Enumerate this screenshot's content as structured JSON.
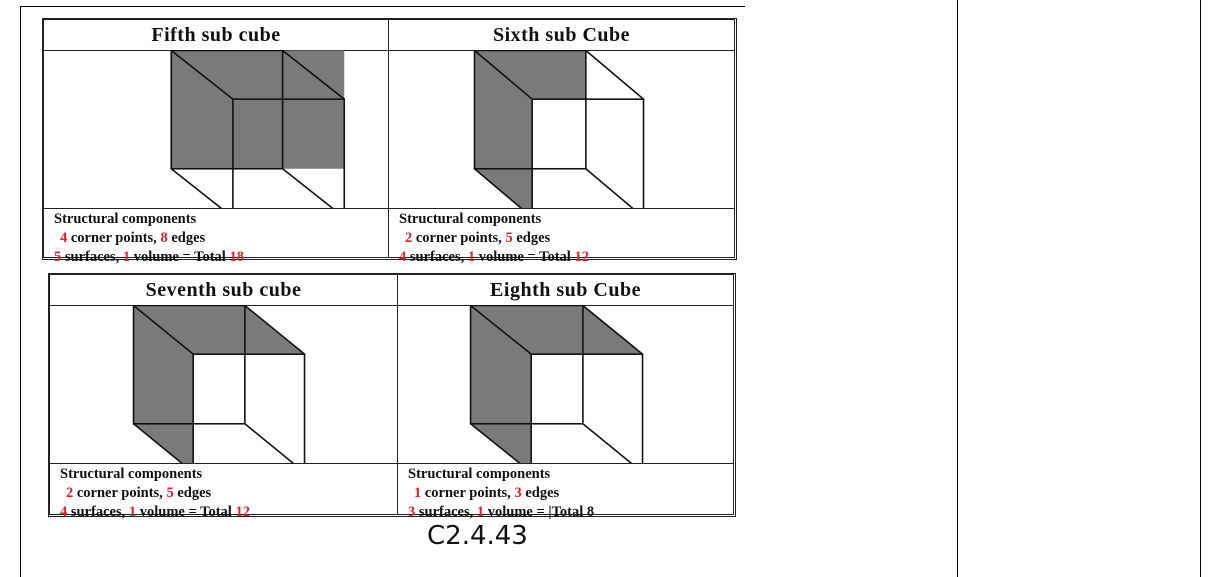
{
  "caption": "C2.4.43",
  "cells": [
    {
      "title": "Fifth sub cube",
      "heading": "Structural components",
      "corners": "4",
      "corners_label": "corner points,",
      "edges": "8",
      "edges_label": "edges",
      "surfaces": "5",
      "surfaces_label": "surfaces,",
      "volume": "1",
      "volume_label": "volume = Total",
      "total": "18"
    },
    {
      "title": "Sixth sub Cube",
      "heading": "Structural components",
      "corners": "2",
      "corners_label": "corner points,",
      "edges": "5",
      "edges_label": "edges",
      "surfaces": "4",
      "surfaces_label": "surfaces,",
      "volume": "1",
      "volume_label": "volume = Total",
      "total": "12"
    },
    {
      "title": "Seventh sub cube",
      "heading": "Structural components",
      "corners": "2",
      "corners_label": "corner points,",
      "edges": "5",
      "edges_label": "edges",
      "surfaces": "4",
      "surfaces_label": "surfaces,",
      "volume": "1",
      "volume_label": "volume = Total",
      "total": "12"
    },
    {
      "title": "Eighth sub Cube",
      "heading": "Structural components",
      "corners": "1",
      "corners_label": "corner points,",
      "edges": "3",
      "edges_label": "edges",
      "surfaces": "3",
      "surfaces_label": "surfaces,",
      "volume": "1",
      "volume_label": "volume = |Total",
      "total": "8"
    }
  ],
  "colors": {
    "shade": "#7a7a7a",
    "number": "#e0202a",
    "line": "#111111"
  }
}
